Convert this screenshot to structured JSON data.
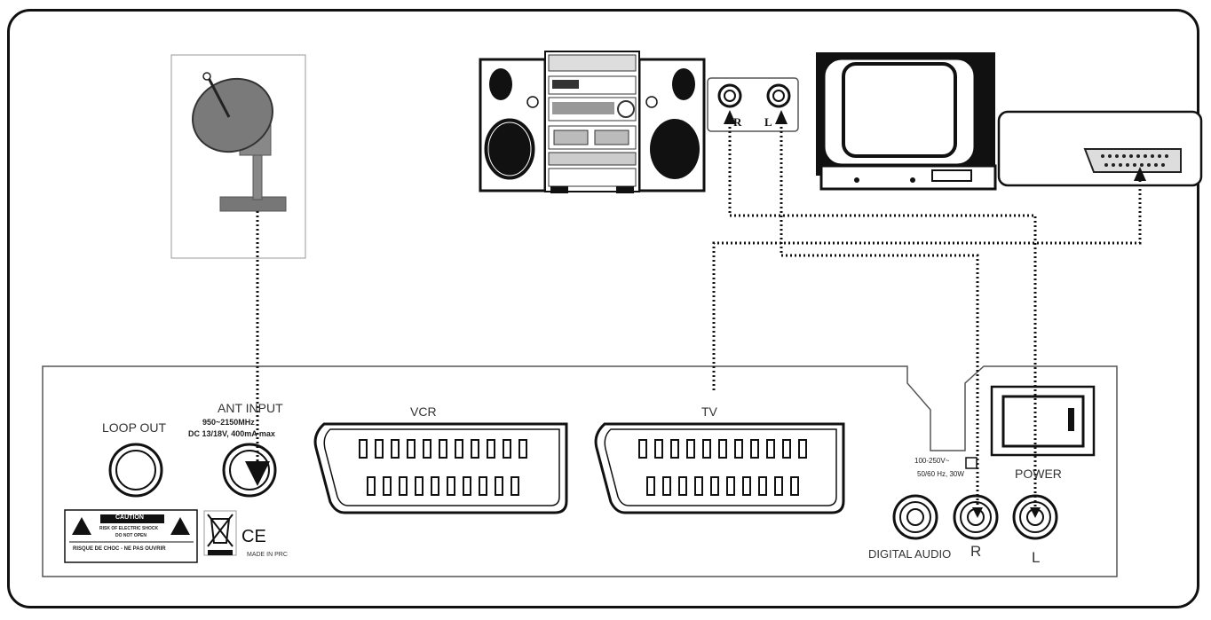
{
  "panel": {
    "loop_out": "LOOP OUT",
    "ant_input": "ANT INPUT",
    "ant_spec_line1": "950~2150MHz",
    "ant_spec_line2": "DC 13/18V, 400mA max",
    "vcr": "VCR",
    "tv": "TV",
    "voltage_line1": "100-250V~",
    "voltage_line2": "50/60 Hz, 30W",
    "power": "POWER",
    "digital_audio": "DIGITAL AUDIO",
    "right": "R",
    "left": "L",
    "made_in": "MADE IN PRC",
    "caution_title": "CAUTION",
    "caution_line1": "RISK OF ELECTRIC SHOCK",
    "caution_line2": "DO NOT OPEN",
    "caution_line3": "RISQUE DE CHOC - NE PAS OUVRIR",
    "ce_mark": "CE"
  },
  "stereo_jacks": {
    "right": "R",
    "left": "L"
  },
  "icons": [
    "satellite-dish-icon",
    "stereo-system-icon",
    "television-icon",
    "scart-connector-icon",
    "weee-bin-icon",
    "caution-triangle-icon",
    "ce-mark-icon"
  ]
}
